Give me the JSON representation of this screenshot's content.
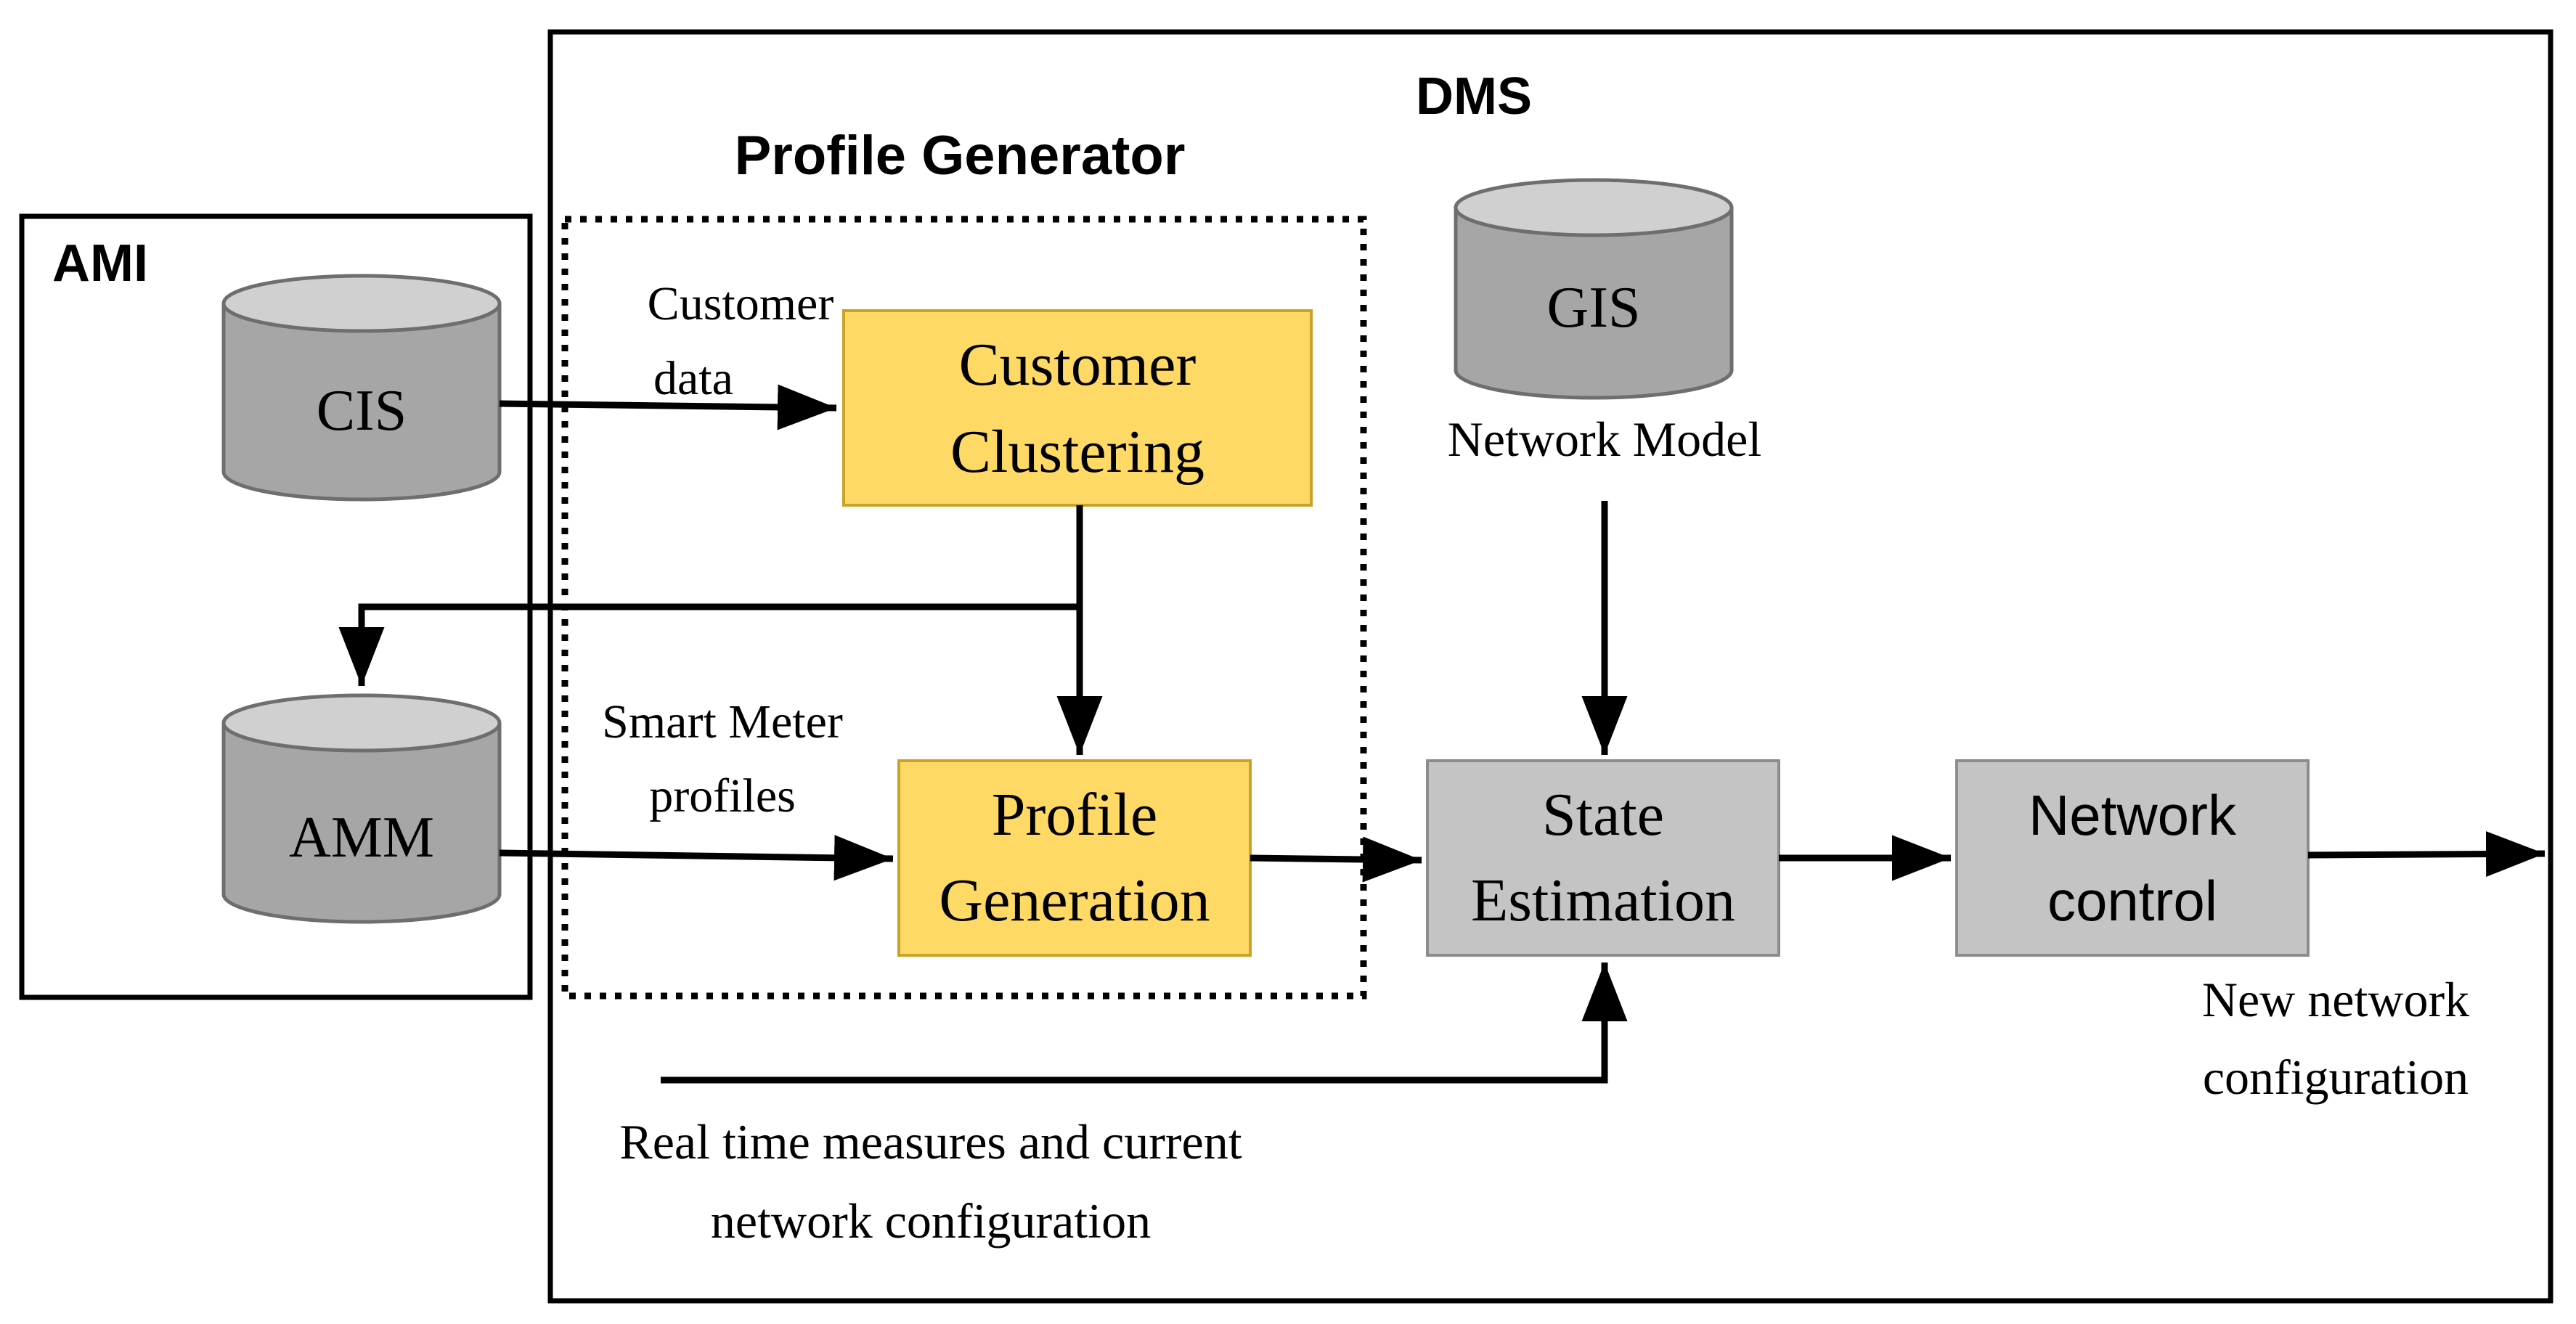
{
  "colors": {
    "box_yellow": "#FFD966",
    "box_yellow_border": "#D4A017",
    "box_gray": "#C4C4C4",
    "box_gray_border": "#8C8C8C",
    "cylinder_gray": "#A6A6A6",
    "cylinder_top": "#D0D0D0",
    "line": "#000000"
  },
  "containers": {
    "ami_label": "AMI",
    "dms_label": "DMS",
    "profile_generator_label": "Profile Generator"
  },
  "databases": {
    "cis": "CIS",
    "amm": "AMM",
    "gis": "GIS"
  },
  "processes": {
    "customer_clustering": [
      "Customer",
      "Clustering"
    ],
    "profile_generation": [
      "Profile",
      "Generation"
    ],
    "state_estimation": [
      "State",
      "Estimation"
    ],
    "network_control": [
      "Network",
      "control"
    ]
  },
  "flow_labels": {
    "customer_data": [
      "Customer",
      "data"
    ],
    "smart_meter_profiles": [
      "Smart Meter",
      "profiles"
    ],
    "network_model": "Network Model",
    "real_time": [
      "Real time measures and current",
      "network configuration"
    ],
    "new_network_configuration": [
      "New network",
      "configuration"
    ]
  }
}
